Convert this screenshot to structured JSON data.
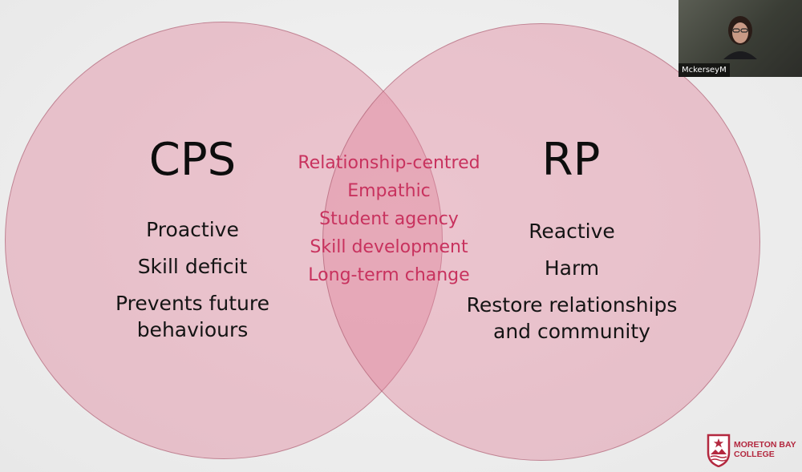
{
  "diagram": {
    "left_circle": {
      "title": "CPS",
      "items": [
        "Proactive",
        "Skill deficit",
        "Prevents future",
        "behaviours"
      ]
    },
    "right_circle": {
      "title": "RP",
      "items": [
        "Reactive",
        "Harm",
        "Restore relationships",
        "and community"
      ]
    },
    "overlap": {
      "items": [
        "Relationship-centred",
        "Empathic",
        "Student agency",
        "Skill development",
        "Long-term change"
      ]
    },
    "colors": {
      "circle_fill": "#e0829c",
      "overlap_text": "#c8325e",
      "text": "#141414"
    }
  },
  "video_tile": {
    "participant_name": "MckerseyM"
  },
  "logo": {
    "line1": "MORETON BAY",
    "line2": "COLLEGE",
    "color": "#b3283f"
  }
}
